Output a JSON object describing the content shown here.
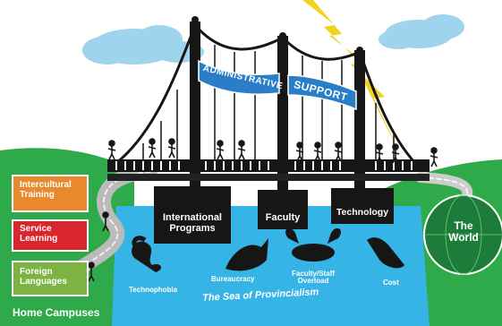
{
  "banner": {
    "word1": "ADMINISTRATIVE",
    "word2": "SUPPORT"
  },
  "pillars": [
    {
      "label_line1": "International",
      "label_line2": "Programs"
    },
    {
      "label_line1": "Faculty",
      "label_line2": ""
    },
    {
      "label_line1": "Technology",
      "label_line2": ""
    }
  ],
  "campus_boxes": [
    {
      "line1": "Intercultural",
      "line2": "Training",
      "color": "#e8892d"
    },
    {
      "line1": "Service",
      "line2": "Learning",
      "color": "#d9262e"
    },
    {
      "line1": "Foreign",
      "line2": "Languages",
      "color": "#7cb342"
    }
  ],
  "home_campuses": "Home Campuses",
  "world": {
    "line1": "The",
    "line2": "World"
  },
  "monsters": {
    "technophobia": "Technophobia",
    "bureaucracy": "Bureaucracy",
    "overload_line1": "Faculty/Staff",
    "overload_line2": "Overload",
    "cost": "Cost"
  },
  "sea_label": "The Sea of Provincialism",
  "colors": {
    "sea": "#37b4e6",
    "grass": "#2eaa4a",
    "bridge": "#161616",
    "banner": "#2a7ec8",
    "lightning": "#f2d21e"
  }
}
